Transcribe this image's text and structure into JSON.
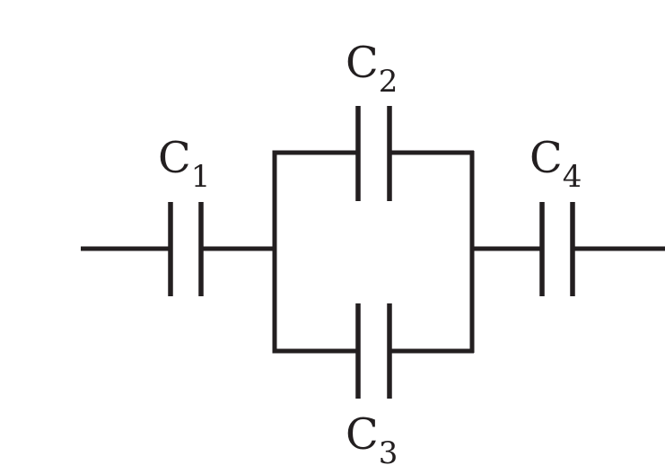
{
  "diagram": {
    "stroke_color": "#231f20",
    "background": "#ffffff",
    "capacitors": [
      {
        "id": "c1",
        "letter": "C",
        "subscript": "1"
      },
      {
        "id": "c2",
        "letter": "C",
        "subscript": "2"
      },
      {
        "id": "c3",
        "letter": "C",
        "subscript": "3"
      },
      {
        "id": "c4",
        "letter": "C",
        "subscript": "4"
      }
    ]
  }
}
